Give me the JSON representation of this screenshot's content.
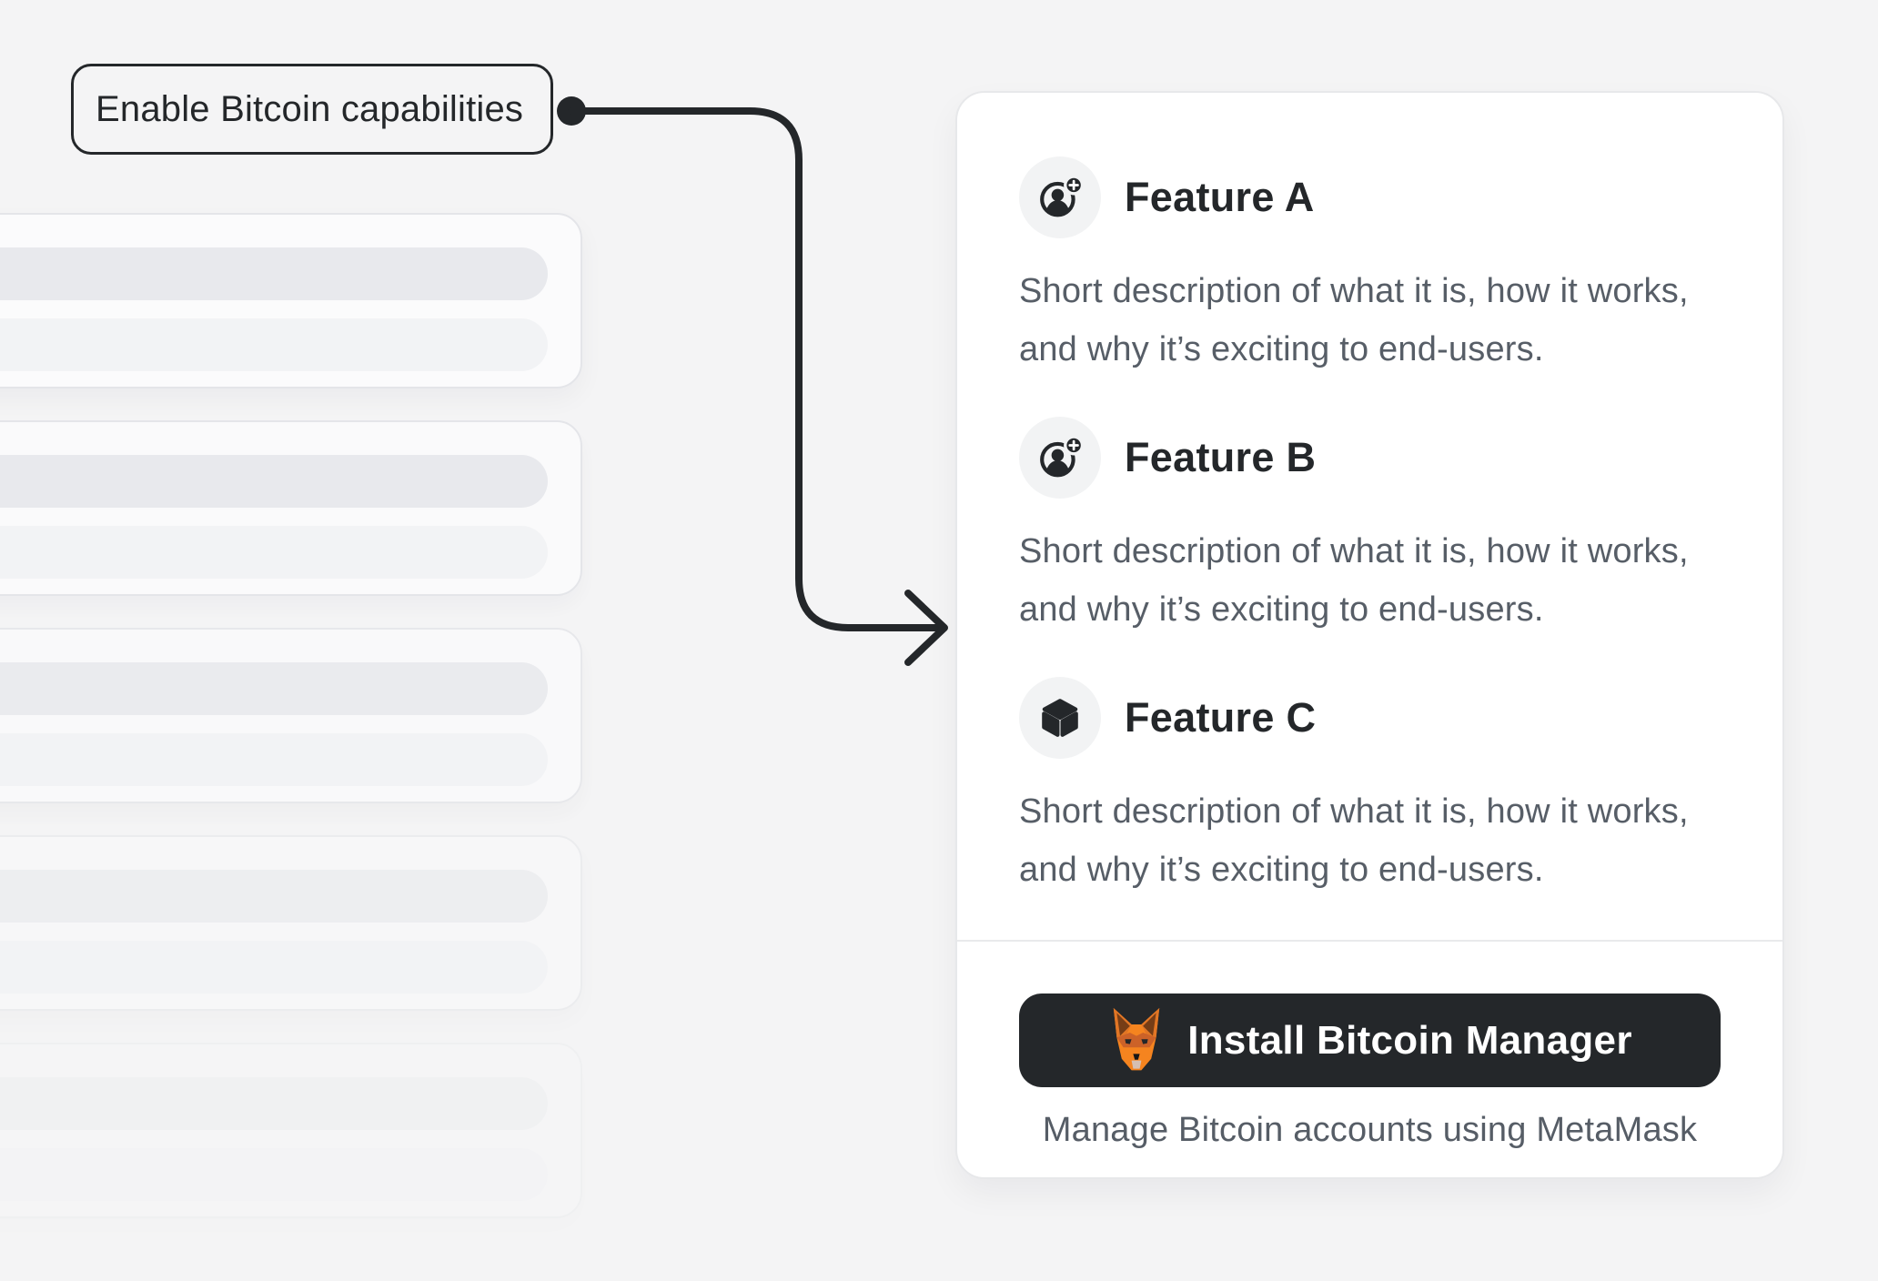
{
  "callout": {
    "label": "Enable Bitcoin capabilities"
  },
  "panel": {
    "features": [
      {
        "icon": "user-plus-icon",
        "title": "Feature A",
        "description": "Short description of what it is, how it works, and why it’s exciting to end-users."
      },
      {
        "icon": "user-plus-icon",
        "title": "Feature B",
        "description": "Short description of what it is, how it works, and why it’s exciting to end-users."
      },
      {
        "icon": "cube-icon",
        "title": "Feature C",
        "description": "Short description of what it is, how it works, and why it’s exciting to end-users."
      }
    ],
    "install_button": {
      "label": "Install Bitcoin Manager",
      "icon": "metamask-fox-icon"
    },
    "caption": "Manage Bitcoin accounts using MetaMask"
  },
  "colors": {
    "page_bg": "#f4f4f5",
    "panel_bg": "#ffffff",
    "accent_dark": "#24272a",
    "muted_text": "#575e67",
    "button_bg": "#24272a",
    "fox_orange": "#f5841f"
  }
}
